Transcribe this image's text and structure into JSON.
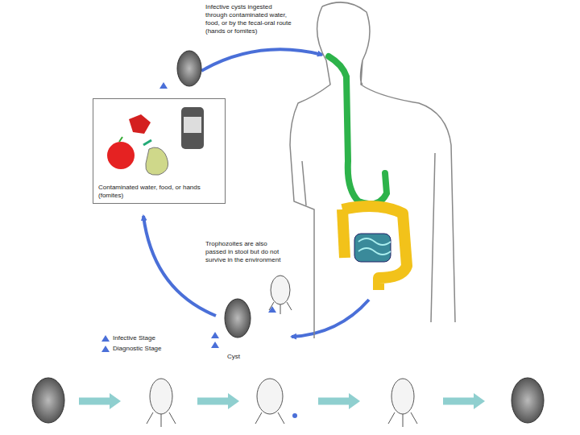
{
  "diagram": {
    "nodes": [
      {
        "text": [
          "Contaminated water, food, or hands (fomites)"
        ]
      }
    ],
    "labels": [
      "Infective cysts ingested through contaminated water, food, or by the fecal-oral route (hands or fomites)",
      "Trophozoites are also passed in stool but do not survive in the environment",
      "Cyst"
    ],
    "legend": [
      {
        "text": "Infective Stage"
      },
      {
        "text": "Diagnostic Stage"
      }
    ]
  }
}
